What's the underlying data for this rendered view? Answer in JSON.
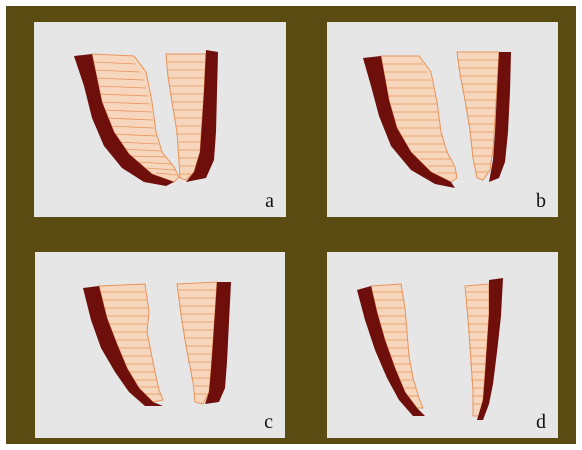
{
  "colors": {
    "background_frame": "#5a4b12",
    "panel_background": "#e6e6e7",
    "outer_wall": "#6e0f0c",
    "fiber_stroke": "#e8935a",
    "fiber_fill": "#f6d7bd",
    "label_color": "#111111"
  },
  "panels": [
    {
      "id": "a",
      "label": "a"
    },
    {
      "id": "b",
      "label": "b"
    },
    {
      "id": "c",
      "label": "c"
    },
    {
      "id": "d",
      "label": "d"
    }
  ]
}
